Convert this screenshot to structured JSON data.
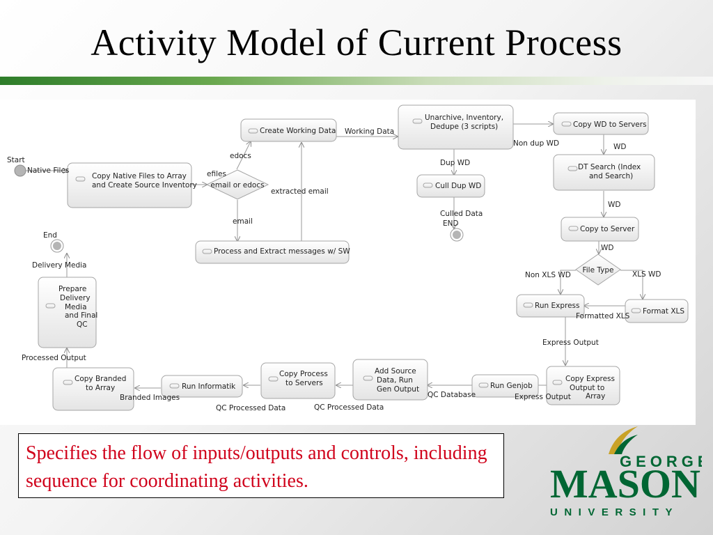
{
  "title": "Activity Model of Current Process",
  "caption": "Specifies the flow of inputs/outputs and controls, including sequence for coordinating activities.",
  "logo": {
    "line1": "GEORGE",
    "line2": "MASON",
    "line3": "UNIVERSITY",
    "color": "#006633",
    "accent": "#c9a227"
  },
  "diagram": {
    "start_label": "Start",
    "end_label": "End",
    "nodes": {
      "copy_native": [
        "Copy Native Files to Array",
        "and Create Source Inventory"
      ],
      "decision_email": [
        "email or edocs"
      ],
      "create_working": [
        "Create Working Data"
      ],
      "process_extract": [
        "Process and Extract messages w/ SW"
      ],
      "unarchive": [
        "Unarchive, Inventory,",
        "Dedupe (3 scripts)"
      ],
      "cull_dup": [
        "Cull Dup WD"
      ],
      "copy_wd_servers": [
        "Copy WD to Servers"
      ],
      "dt_search": [
        "DT Search (Index",
        "and Search)"
      ],
      "copy_to_server": [
        "Copy to Server"
      ],
      "decision_filetype": [
        "File Type"
      ],
      "run_express": [
        "Run Express"
      ],
      "format_xls": [
        "Format XLS"
      ],
      "copy_express": [
        "Copy Express",
        "Output to",
        "Array"
      ],
      "run_genjob": [
        "Run Genjob"
      ],
      "add_source": [
        "Add Source",
        "Data, Run",
        "Gen Output"
      ],
      "copy_process": [
        "Copy Process",
        "to Servers"
      ],
      "run_informatik": [
        "Run Informatik"
      ],
      "copy_branded": [
        "Copy Branded",
        "to Array"
      ],
      "prepare_delivery": [
        "Prepare",
        "Delivery",
        "Media",
        "and Final",
        "QC"
      ]
    },
    "edges": {
      "native_files": "Native Files",
      "efiles": "efiles",
      "edocs": "edocs",
      "email": "email",
      "extracted_email": "extracted email",
      "working_data": "Working Data",
      "dup_wd": "Dup WD",
      "culled_data": "Culled Data",
      "end_small": "END",
      "non_dup_wd": "Non dup WD",
      "wd_1": "WD",
      "wd_2": "WD",
      "wd_3": "WD",
      "non_xls_wd": "Non XLS WD",
      "xls_wd": "XLS WD",
      "formatted_xls": "Formatted XLS",
      "express_output_1": "Express Output",
      "express_output_2": "Express Output",
      "qc_database": "QC Database",
      "qc_processed_1": "QC Processed Data",
      "qc_processed_2": "QC Processed Data",
      "branded_images": "Branded Images",
      "processed_output": "Processed Output",
      "delivery_media": "Delivery Media"
    }
  }
}
